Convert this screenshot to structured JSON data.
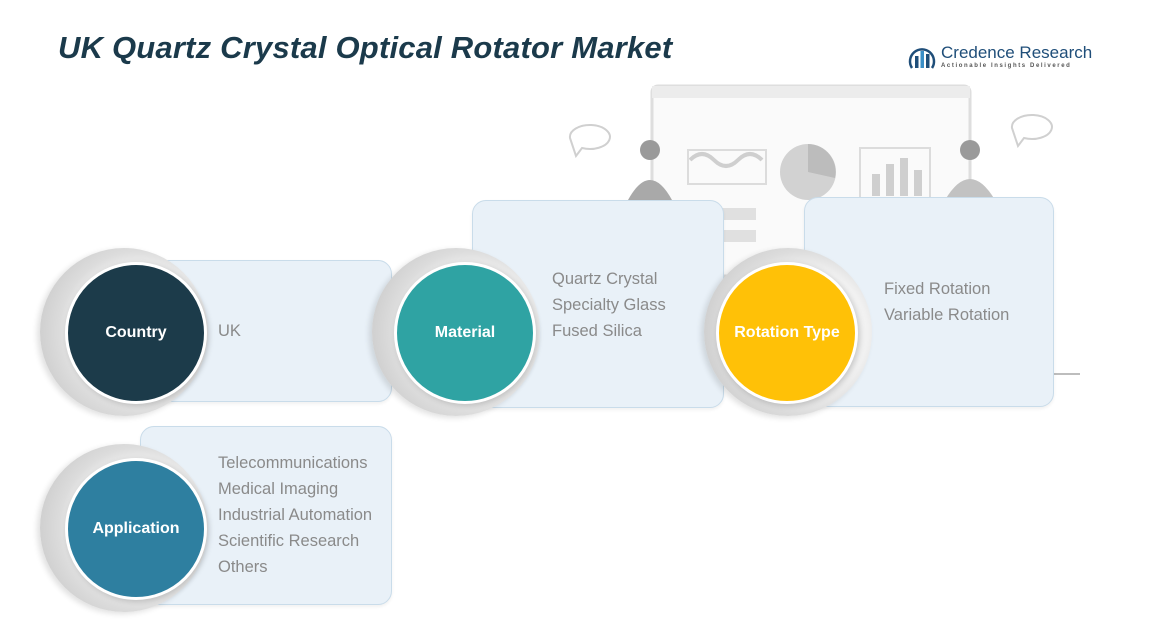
{
  "title": "UK Quartz Crystal Optical Rotator Market",
  "logo": {
    "name": "Credence Research",
    "tagline": "Actionable Insights Delivered",
    "icon": "bar-chart-logo-icon"
  },
  "colors": {
    "title": "#1b3a4b",
    "country": "#1c3b4a",
    "material": "#2fa3a3",
    "rotation_type": "#ffc107",
    "application": "#2e7fa0",
    "card_bg": "#e9f1f8"
  },
  "segments": {
    "country": {
      "label": "Country",
      "items": [
        "UK"
      ]
    },
    "material": {
      "label": "Material",
      "items": [
        "Quartz Crystal",
        "Specialty Glass",
        "Fused Silica"
      ]
    },
    "rotation_type": {
      "label": "Rotation Type",
      "items": [
        "Fixed Rotation",
        "Variable Rotation"
      ]
    },
    "application": {
      "label": "Application",
      "items": [
        "Telecommunications",
        "Medical Imaging",
        "Industrial Automation",
        "Scientific Research",
        "Others"
      ]
    }
  }
}
